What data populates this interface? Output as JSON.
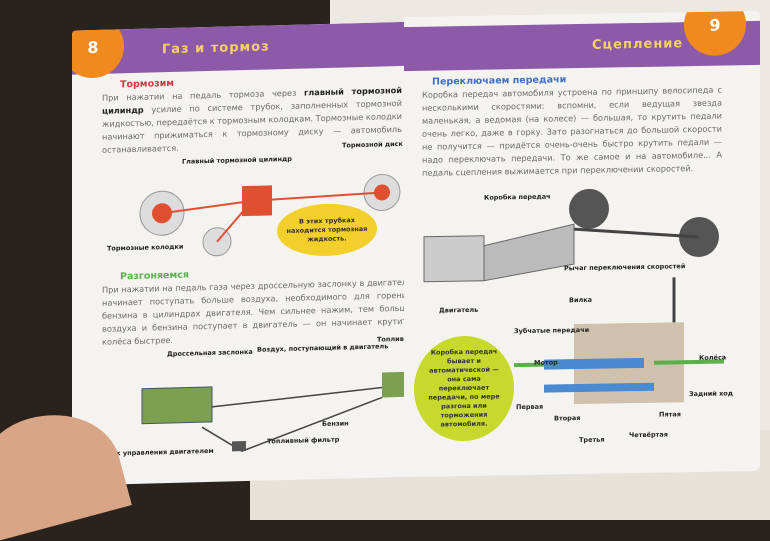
{
  "left_page": {
    "page_number": "8",
    "title": "Газ и тормоз",
    "section1": {
      "heading": "Тормозим",
      "text_before": "При нажатии на педаль тормоза через ",
      "bold": "главный тормозной цилиндр",
      "text_after": " усилие по системе трубок, заполненных тормозной жидкостью, передаётся к тормозным колодкам. Тормозные колодки начинают прижиматься к тормозному диску — автомобиль останавливается."
    },
    "brake_labels": [
      "Главный тормозной цилиндр",
      "Тормозной диск",
      "Тормозные колодки"
    ],
    "brake_bubble": "В этих трубках находится тормозная жидкость.",
    "section2": {
      "heading": "Разгоняемся",
      "text": "При нажатии на педаль газа через дроссельную заслонку в двигатель начинает поступать больше воздуха, необходимого для горения бензина в цилиндрах двигателя. Чем сильнее нажим, тем больше воздуха и бензина поступает в двигатель — он начинает крутить колёса быстрее."
    },
    "engine_labels": [
      "Дроссельная заслонка",
      "Воздух, поступающий в двигатель",
      "Топливный бак",
      "Бензин",
      "Топливный фильтр",
      "Блок управления двигателем"
    ]
  },
  "right_page": {
    "page_number": "9",
    "title": "Сцепление",
    "section": {
      "heading": "Переключаем передачи",
      "text": "Коробка передач автомобиля устроена по принципу велосипеда с несколькими скоростями: вспомни, если ведущая звезда маленькая, а ведомая (на колесе) — большая, то крутить педали очень легко, даже в горку. Зато разогнаться до большой скорости не получится — придётся очень-очень быстро крутить педали — надо переключать передачи. То же самое и на автомобиле... А педаль сцепления выжимается при переключении скоростей."
    },
    "car_labels": [
      "Коробка передач",
      "Двигатель"
    ],
    "gear_labels": [
      "Рычаг переключения скоростей",
      "Вилка",
      "Зубчатые передачи",
      "Мотор",
      "Колёса",
      "Задний ход",
      "Первая",
      "Вторая",
      "Третья",
      "Четвёртая",
      "Пятая"
    ],
    "gear_bubble": "Коробка передач бывает и автоматической — она сама переключает передачи, по мере разгона или торможения автомобиля."
  },
  "colors": {
    "band": "#8c5aa8",
    "badge": "#f08a1f",
    "heading_red": "#d9363e",
    "heading_green": "#5bb04a",
    "heading_blue": "#3f6fc4",
    "bubble_yellow": "#f2cf2a",
    "bubble_lime": "#c8d92e"
  }
}
